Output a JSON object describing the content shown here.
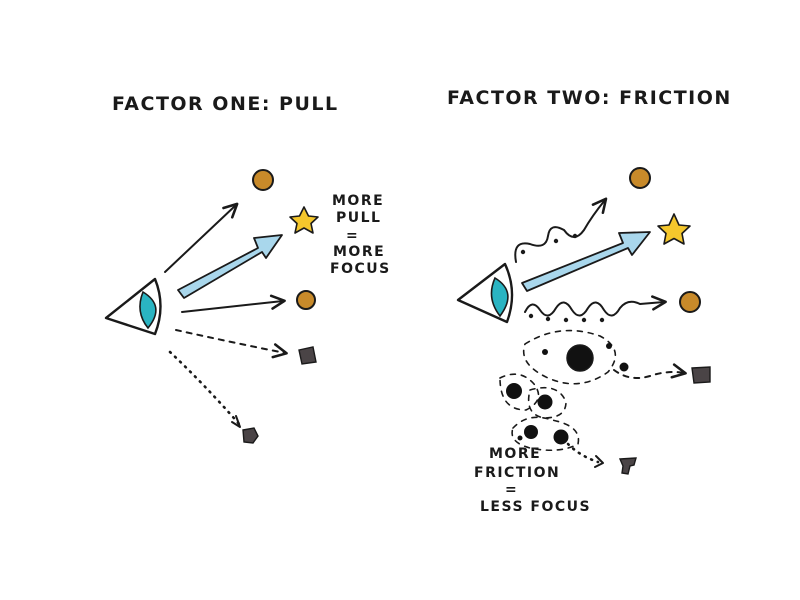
{
  "colors": {
    "ink": "#1a1a1a",
    "eye_iris": "#2ab4c2",
    "planet": "#c88a2a",
    "star": "#f5c72c",
    "big_arrow": "#a9d7ec",
    "rock": "#4a4446",
    "obstacle": "#111111"
  },
  "factor_one": {
    "title": "FACTOR ONE:  PULL",
    "note_lines": [
      "MORE",
      "PULL",
      "=",
      "MORE",
      "FOCUS"
    ]
  },
  "factor_two": {
    "title": "FACTOR TWO:  FRICTION",
    "note_lines": [
      "MORE",
      "FRICTION",
      "=",
      "LESS FOCUS"
    ]
  },
  "icons": {
    "eye": "eye-icon",
    "planet": "planet-icon",
    "star": "star-icon",
    "rock": "rock-icon",
    "obstacle": "obstacle-icon"
  }
}
